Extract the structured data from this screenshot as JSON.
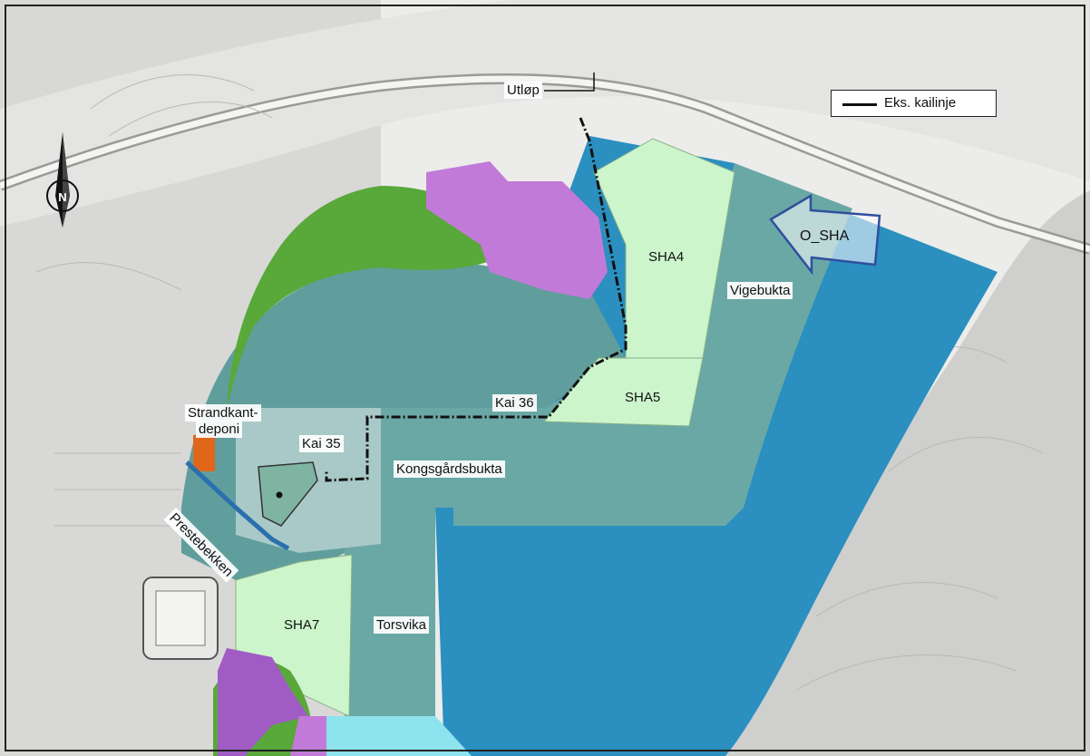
{
  "map": {
    "legend": {
      "label": "Eks. kailinje",
      "icon": "dash-dot-line-icon"
    },
    "compass": {
      "letter": "N",
      "icon": "north-arrow-icon"
    },
    "arrow_label": "O_SHA",
    "labels": {
      "utlop": "Utløp",
      "sha4": "SHA4",
      "sha5": "SHA5",
      "sha7": "SHA7",
      "vigebukta": "Vigebukta",
      "kai36": "Kai 36",
      "kai35": "Kai 35",
      "strandkant_line1": "Strandkant-",
      "strandkant_line2": "deponi",
      "kongsgardsbukta": "Kongsgårdsbukta",
      "prestebekken": "Prestebekken",
      "torsvika": "Torsvika"
    },
    "colors": {
      "light_green": "#ccf5cc",
      "teal_grey": "#6aa8a6",
      "blue": "#2b8fc0",
      "cyan": "#8de3ee",
      "green": "#58a83a",
      "purple": "#c27ad8",
      "orange": "#e0661a",
      "arrow_stroke": "#2f4f9e"
    }
  }
}
